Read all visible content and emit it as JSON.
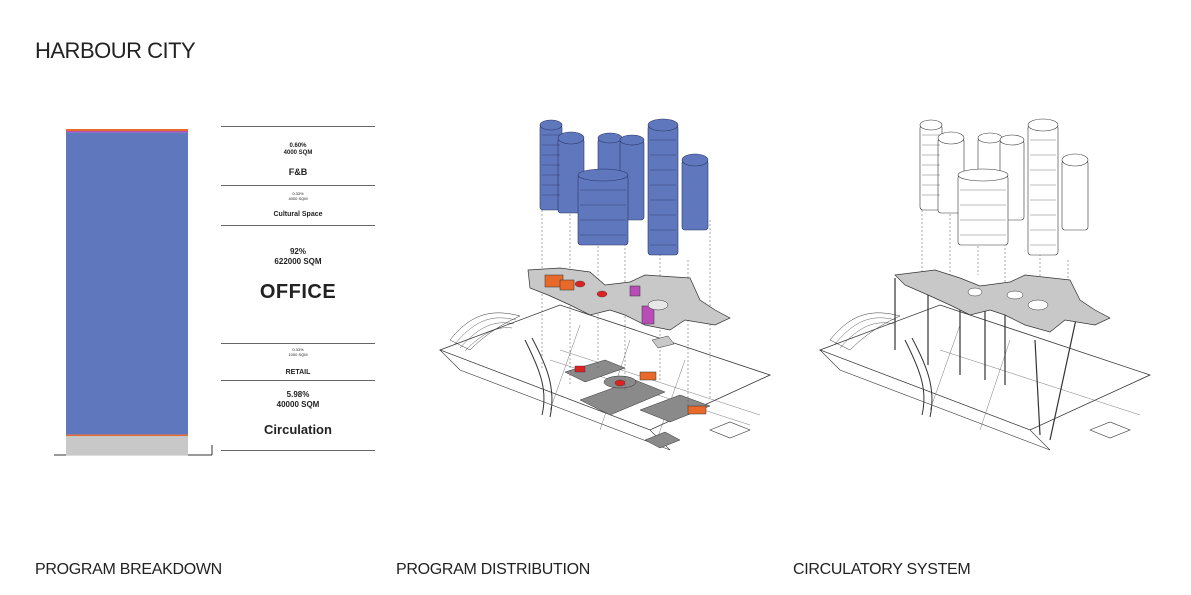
{
  "header": {
    "title": "HARBOUR CITY"
  },
  "captions": {
    "breakdown": "PROGRAM BREAKDOWN",
    "distribution": "PROGRAM DISTRIBUTION",
    "circulatory": "CIRCULATORY SYSTEM"
  },
  "colors": {
    "office": "#5f77bd",
    "fnb": "#e8692a",
    "circulation": "#c8c8c8",
    "retail": "#e8692a",
    "cultural": "#b84db8",
    "outline": "#333333"
  },
  "legend": {
    "fnb": {
      "pct": "0.60%",
      "area": "4000 SQM",
      "label": "F&B"
    },
    "cultural": {
      "pct": "0.33%",
      "area": "4000 SQM",
      "label": "Cultural Space"
    },
    "office": {
      "pct": "92%",
      "area": "622000 SQM",
      "label": "OFFICE"
    },
    "retail": {
      "pct": "0.33%",
      "area": "1000 SQM",
      "label": "RETAIL"
    },
    "circulation": {
      "pct": "5.98%",
      "area": "40000 SQM",
      "label": "Circulation"
    }
  },
  "chart_data": {
    "type": "bar",
    "categories": [
      "F&B",
      "Cultural Space",
      "OFFICE",
      "RETAIL",
      "Circulation"
    ],
    "values": [
      0.6,
      0.33,
      92,
      0.33,
      5.98
    ],
    "areas_sqm": [
      4000,
      4000,
      622000,
      1000,
      40000
    ]
  }
}
